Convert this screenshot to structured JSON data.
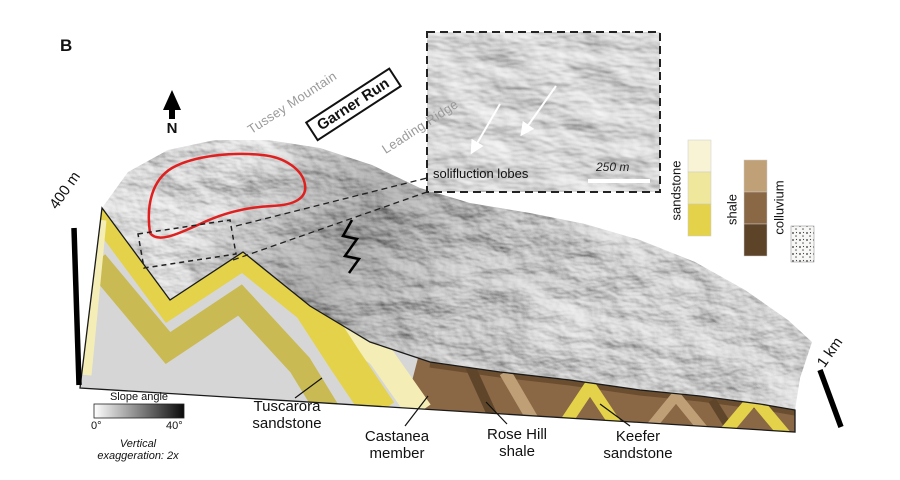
{
  "panel": {
    "label": "B"
  },
  "compass": {
    "north": "N"
  },
  "scales": {
    "vertical": "400 m",
    "horizontal": "1 km"
  },
  "annotations": {
    "tussey_mountain": "Tussey Mountain",
    "garner_run": "Garner Run",
    "leading_ridge": "Leading Ridge",
    "vertical_exaggeration": "Vertical exaggeration: 2x"
  },
  "inset": {
    "caption": "solifluction lobes",
    "scale_label": "250 m"
  },
  "slope_legend": {
    "title": "Slope angle",
    "min": "0°",
    "max": "40°"
  },
  "lith_legend": {
    "sandstone": "sandstone",
    "shale": "shale",
    "colluvium": "colluvium",
    "sandstone_colors": [
      "#f7f3d4",
      "#efe79c",
      "#e3d24a"
    ],
    "shale_colors": [
      "#c0a077",
      "#8a6745",
      "#5d4429"
    ]
  },
  "unit_labels": {
    "tuscarora": "Tuscarora sandstone",
    "castanea": "Castanea member",
    "rose_hill": "Rose Hill shale",
    "keefer": "Keefer sandstone"
  },
  "colors": {
    "outline_red": "#e01f1f",
    "tuscarora_yellow": "#e3d24a",
    "castanea_pale": "#f4eeb6",
    "rosehill_brown": "#8a6745"
  }
}
